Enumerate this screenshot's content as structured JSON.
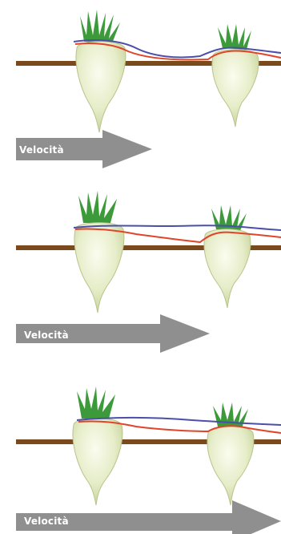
{
  "panels": [
    {
      "speed_label": "Velocità"
    },
    {
      "speed_label": "Velocità"
    },
    {
      "speed_label": "Velocità"
    }
  ],
  "colors": {
    "soil": "#7a4a1d",
    "blue_line": "#4b4fa8",
    "red_line": "#e0452a",
    "arrow": "#8f8f8f",
    "leaf": "#3c9a3a",
    "root": "#e9eed0"
  }
}
